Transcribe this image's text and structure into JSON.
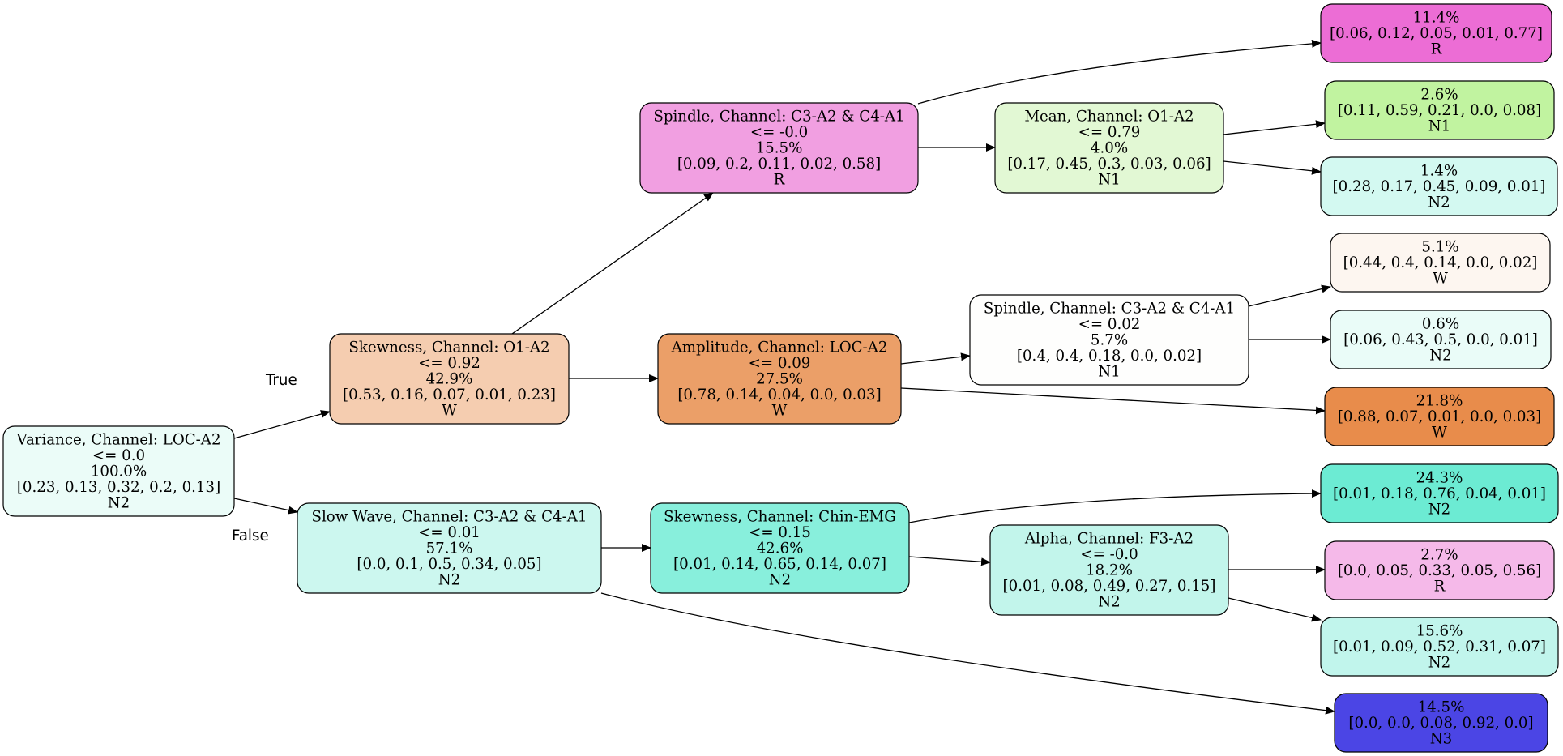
{
  "nodes": [
    {
      "id": "n0",
      "lines": [
        "Variance, Channel: LOC-A2",
        "<= 0.0",
        "100.0%",
        "[0.23, 0.13, 0.32, 0.2, 0.13]",
        "N2"
      ],
      "fill": "#ebfcf8"
    },
    {
      "id": "n1",
      "lines": [
        "Skewness, Channel: O1-A2",
        "<= 0.92",
        "42.9%",
        "[0.53, 0.16, 0.07, 0.01, 0.23]",
        "W"
      ],
      "fill": "#f5cdb0"
    },
    {
      "id": "n2",
      "lines": [
        "Slow Wave, Channel: C3-A2 & C4-A1",
        "<= 0.01",
        "57.1%",
        "[0.0, 0.1, 0.5, 0.34, 0.05]",
        "N2"
      ],
      "fill": "#ccf7ef"
    },
    {
      "id": "n3",
      "lines": [
        "Spindle, Channel: C3-A2 & C4-A1",
        "<= -0.0",
        "15.5%",
        "[0.09, 0.2, 0.11, 0.02, 0.58]",
        "R"
      ],
      "fill": "#f19fe1"
    },
    {
      "id": "n4",
      "lines": [
        "Amplitude, Channel: LOC-A2",
        "<= 0.09",
        "27.5%",
        "[0.78, 0.14, 0.04, 0.0, 0.03]",
        "W"
      ],
      "fill": "#eb9f68"
    },
    {
      "id": "n5",
      "lines": [
        "Skewness, Channel: Chin-EMG",
        "<= 0.15",
        "42.6%",
        "[0.01, 0.14, 0.65, 0.14, 0.07]",
        "N2"
      ],
      "fill": "#88efdc"
    },
    {
      "id": "n6",
      "lines": [
        "14.5%",
        "[0.0, 0.0, 0.08, 0.92, 0.0]",
        "N3"
      ],
      "fill": "#4b45e5"
    },
    {
      "id": "n7",
      "lines": [
        "11.4%",
        "[0.06, 0.12, 0.05, 0.01, 0.77]",
        "R"
      ],
      "fill": "#ec6dd5"
    },
    {
      "id": "n8",
      "lines": [
        "Mean, Channel: O1-A2",
        "<= 0.79",
        "4.0%",
        "[0.17, 0.45, 0.3, 0.03, 0.06]",
        "N1"
      ],
      "fill": "#e2f8d4"
    },
    {
      "id": "n9",
      "lines": [
        "Spindle, Channel: C3-A2 & C4-A1",
        "<= 0.02",
        "5.7%",
        "[0.4, 0.4, 0.18, 0.0, 0.02]",
        "N1"
      ],
      "fill": "#fefefd"
    },
    {
      "id": "n10",
      "lines": [
        "21.8%",
        "[0.88, 0.07, 0.01, 0.0, 0.03]",
        "W"
      ],
      "fill": "#e88c4b"
    },
    {
      "id": "n11",
      "lines": [
        "24.3%",
        "[0.01, 0.18, 0.76, 0.04, 0.01]",
        "N2"
      ],
      "fill": "#6cebd3"
    },
    {
      "id": "n12",
      "lines": [
        "Alpha, Channel: F3-A2",
        "<= -0.0",
        "18.2%",
        "[0.01, 0.08, 0.49, 0.27, 0.15]",
        "N2"
      ],
      "fill": "#c2f5eb"
    },
    {
      "id": "n13",
      "lines": [
        "2.6%",
        "[0.11, 0.59, 0.21, 0.0, 0.08]",
        "N1"
      ],
      "fill": "#c1f3a0"
    },
    {
      "id": "n14",
      "lines": [
        "1.4%",
        "[0.28, 0.17, 0.45, 0.09, 0.01]",
        "N2"
      ],
      "fill": "#d3f9f1"
    },
    {
      "id": "n15",
      "lines": [
        "5.1%",
        "[0.44, 0.4, 0.14, 0.0, 0.02]",
        "W"
      ],
      "fill": "#fdf6f0"
    },
    {
      "id": "n16",
      "lines": [
        "0.6%",
        "[0.06, 0.43, 0.5, 0.0, 0.01]",
        "N2"
      ],
      "fill": "#eafcf8"
    },
    {
      "id": "n17",
      "lines": [
        "2.7%",
        "[0.0, 0.05, 0.33, 0.05, 0.56]",
        "R"
      ],
      "fill": "#f5b9e9"
    },
    {
      "id": "n18",
      "lines": [
        "15.6%",
        "[0.01, 0.09, 0.52, 0.31, 0.07]",
        "N2"
      ],
      "fill": "#c1f5ec"
    }
  ],
  "edges": [
    {
      "from": "n0",
      "to": "n1",
      "label": "True"
    },
    {
      "from": "n0",
      "to": "n2",
      "label": "False"
    },
    {
      "from": "n1",
      "to": "n3"
    },
    {
      "from": "n1",
      "to": "n4"
    },
    {
      "from": "n2",
      "to": "n5"
    },
    {
      "from": "n2",
      "to": "n6"
    },
    {
      "from": "n3",
      "to": "n7"
    },
    {
      "from": "n3",
      "to": "n8"
    },
    {
      "from": "n4",
      "to": "n9"
    },
    {
      "from": "n4",
      "to": "n10"
    },
    {
      "from": "n5",
      "to": "n11"
    },
    {
      "from": "n5",
      "to": "n12"
    },
    {
      "from": "n8",
      "to": "n13"
    },
    {
      "from": "n8",
      "to": "n14"
    },
    {
      "from": "n9",
      "to": "n15"
    },
    {
      "from": "n9",
      "to": "n16"
    },
    {
      "from": "n12",
      "to": "n17"
    },
    {
      "from": "n12",
      "to": "n18"
    }
  ]
}
